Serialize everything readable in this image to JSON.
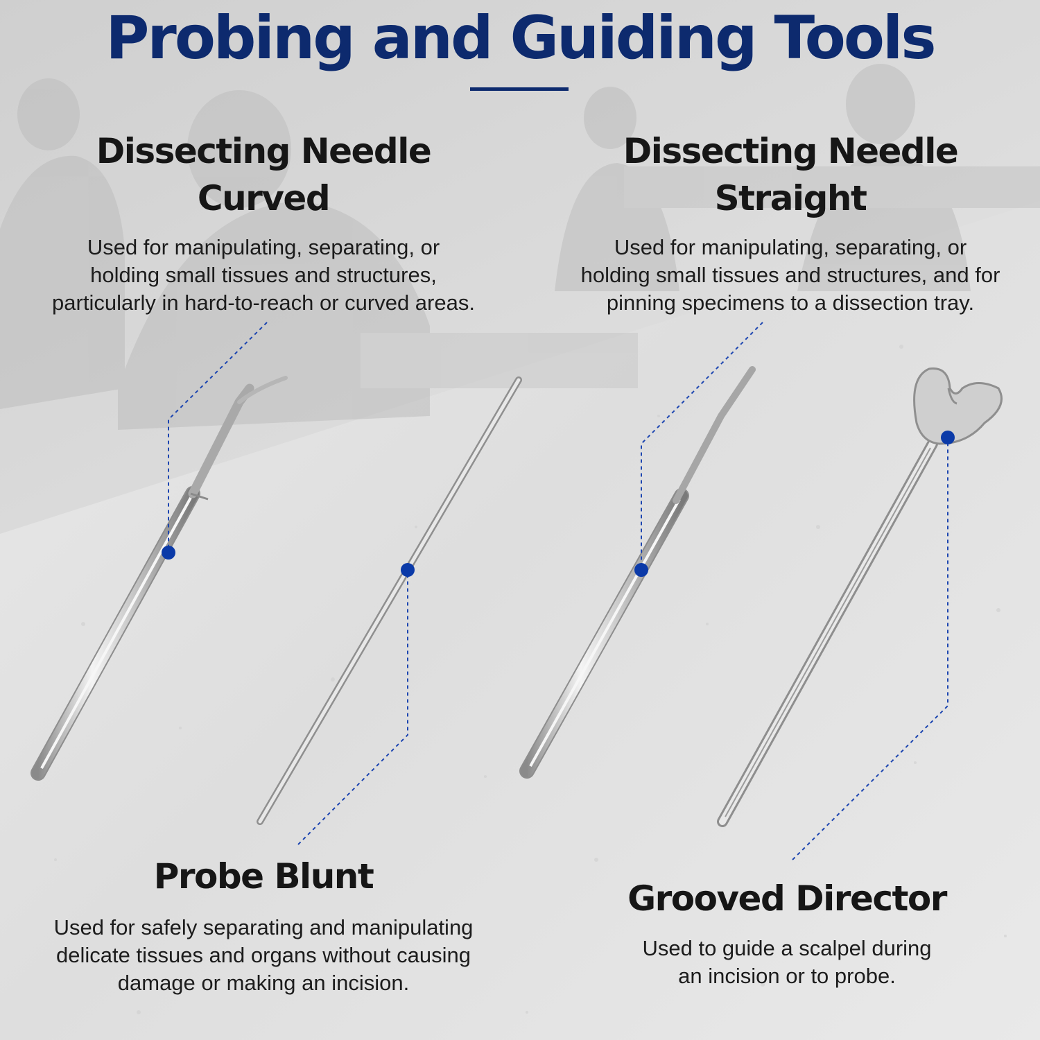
{
  "page": {
    "title": "Probing and Guiding Tools"
  },
  "colors": {
    "title": "#0d2a6e",
    "accent_dot": "#0b3aa8",
    "heading": "#161616",
    "background_stone": "#e3e3e3"
  },
  "tools": [
    {
      "name_line1": "Dissecting Needle",
      "name_line2": "Curved",
      "description_line1": "Used for manipulating, separating, or",
      "description_line2": "holding small tissues and structures,",
      "description_line3": "particularly in hard-to-reach or curved areas."
    },
    {
      "name_line1": "Dissecting Needle",
      "name_line2": "Straight",
      "description_line1": "Used for manipulating, separating, or",
      "description_line2": "holding small tissues and structures, and for",
      "description_line3": "pinning specimens to a dissection tray."
    },
    {
      "name_line1": "Probe Blunt",
      "description_line1": "Used for safely separating and manipulating",
      "description_line2": "delicate tissues and organs without causing",
      "description_line3": "damage or making an incision."
    },
    {
      "name_line1": "Grooved Director",
      "description_line1": "Used to guide a scalpel during",
      "description_line2": "an incision or to probe."
    }
  ]
}
